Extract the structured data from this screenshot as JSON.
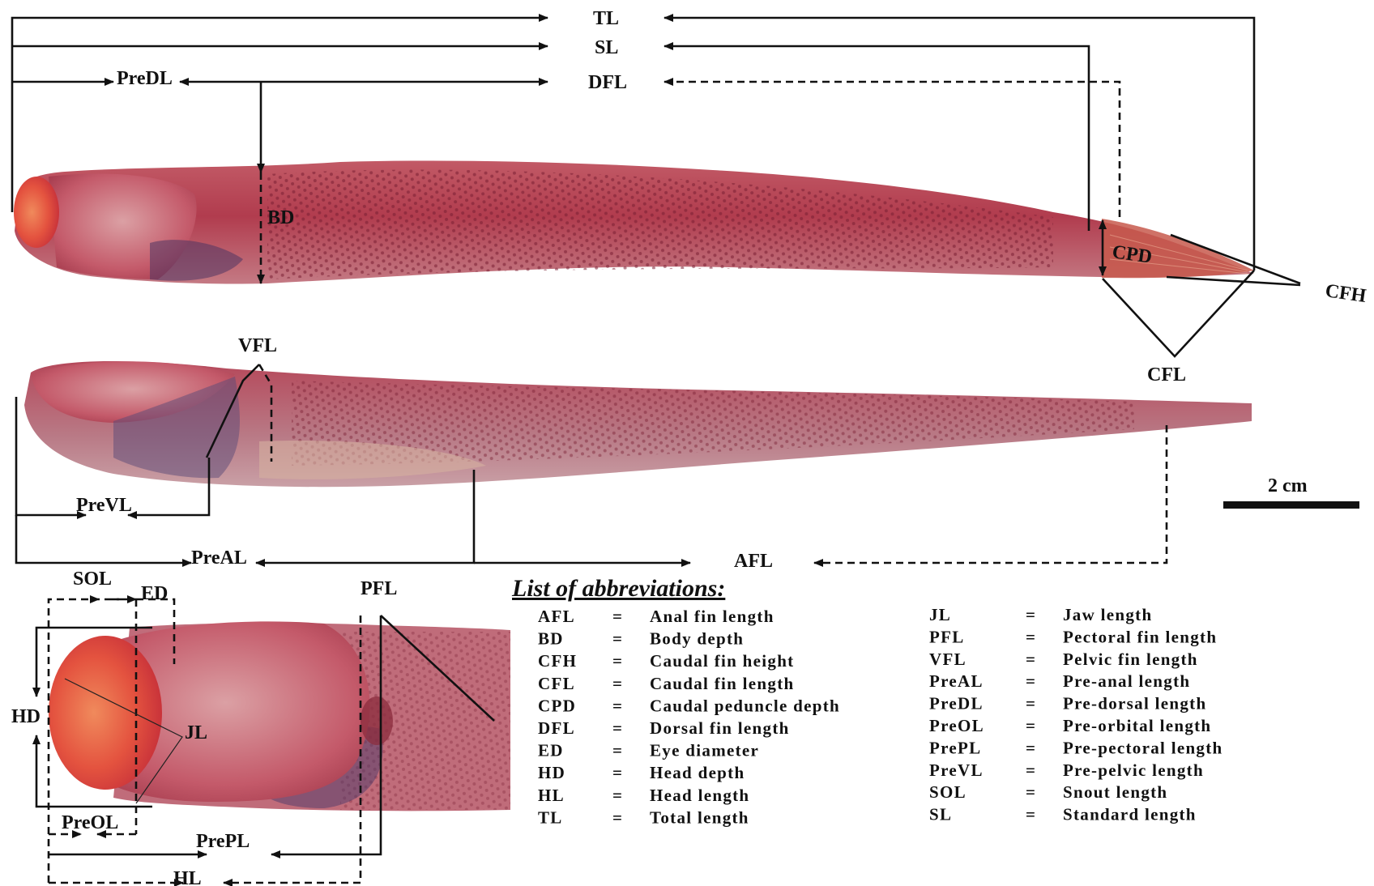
{
  "measurements": {
    "tl": "TL",
    "sl": "SL",
    "dfl": "DFL",
    "predl": "PreDL",
    "bd": "BD",
    "cpd": "CPD",
    "cfh": "CFH",
    "cfl": "CFL",
    "vfl": "VFL",
    "prevl": "PreVL",
    "preal": "PreAL",
    "afl": "AFL",
    "sol": "SOL",
    "ed": "ED",
    "pfl": "PFL",
    "hd": "HD",
    "jl": "JL",
    "preol": "PreOL",
    "prepl": "PrePL",
    "hl": "HL"
  },
  "scale_bar": {
    "label": "2 cm"
  },
  "legend": {
    "title": "List of abbreviations:",
    "separator": "=",
    "left": [
      {
        "abbr": "AFL",
        "meaning": "Anal fin length"
      },
      {
        "abbr": "BD",
        "meaning": "Body depth"
      },
      {
        "abbr": "CFH",
        "meaning": "Caudal fin height"
      },
      {
        "abbr": "CFL",
        "meaning": "Caudal fin length"
      },
      {
        "abbr": "CPD",
        "meaning": "Caudal peduncle depth"
      },
      {
        "abbr": "DFL",
        "meaning": "Dorsal fin length"
      },
      {
        "abbr": "ED",
        "meaning": "Eye diameter"
      },
      {
        "abbr": "HD",
        "meaning": "Head depth"
      },
      {
        "abbr": "HL",
        "meaning": "Head length"
      },
      {
        "abbr": "TL",
        "meaning": "Total length"
      }
    ],
    "right": [
      {
        "abbr": "JL",
        "meaning": "Jaw length"
      },
      {
        "abbr": "PFL",
        "meaning": "Pectoral fin length"
      },
      {
        "abbr": "VFL",
        "meaning": "Pelvic fin length"
      },
      {
        "abbr": "PreAL",
        "meaning": "Pre-anal length"
      },
      {
        "abbr": "PreDL",
        "meaning": "Pre-dorsal length"
      },
      {
        "abbr": "PreOL",
        "meaning": "Pre-orbital length"
      },
      {
        "abbr": "PrePL",
        "meaning": "Pre-pectoral length"
      },
      {
        "abbr": "PreVL",
        "meaning": "Pre-pelvic length"
      },
      {
        "abbr": "SOL",
        "meaning": "Snout length"
      },
      {
        "abbr": "SL",
        "meaning": "Standard length"
      }
    ]
  },
  "colors": {
    "fish_body": "#b24150",
    "fish_dark": "#8c2a3a",
    "fish_light": "#d98c8f",
    "snout": "#e4533f",
    "belly": "#c9a0a6",
    "ink": "#111111"
  }
}
